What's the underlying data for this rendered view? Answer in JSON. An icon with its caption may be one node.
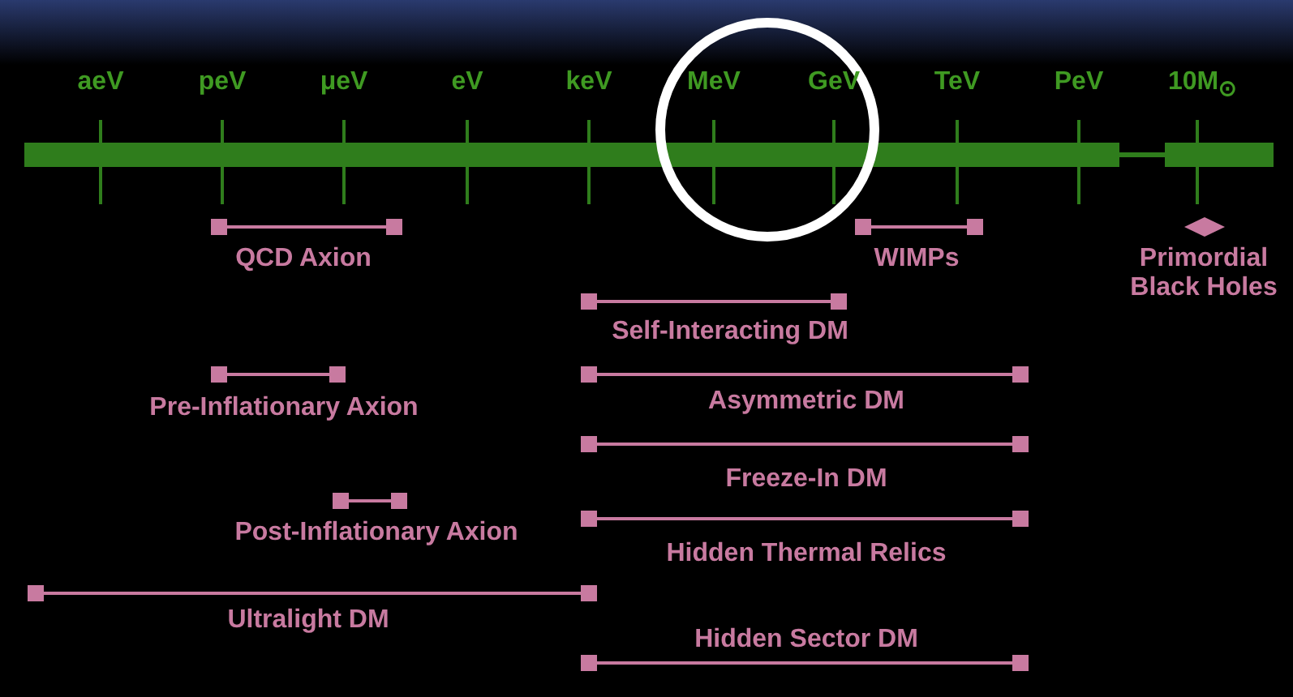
{
  "diagram": {
    "labels": [
      "aeV",
      "peV",
      "μeV",
      "eV",
      "keV",
      "MeV",
      "GeV",
      "TeV",
      "PeV",
      "10M$_{⊙}$",
      "QCD Axion",
      "WIMPs",
      "Primordial Black Holes",
      "Self-Interacting DM",
      "Pre-Inflationary Axion",
      "Asymmetric DM",
      "Freeze-In DM",
      "Post-Inflationary Axion",
      "Hidden Thermal Relics",
      "Ultralight DM",
      "Hidden Sector DM"
    ]
  }
}
